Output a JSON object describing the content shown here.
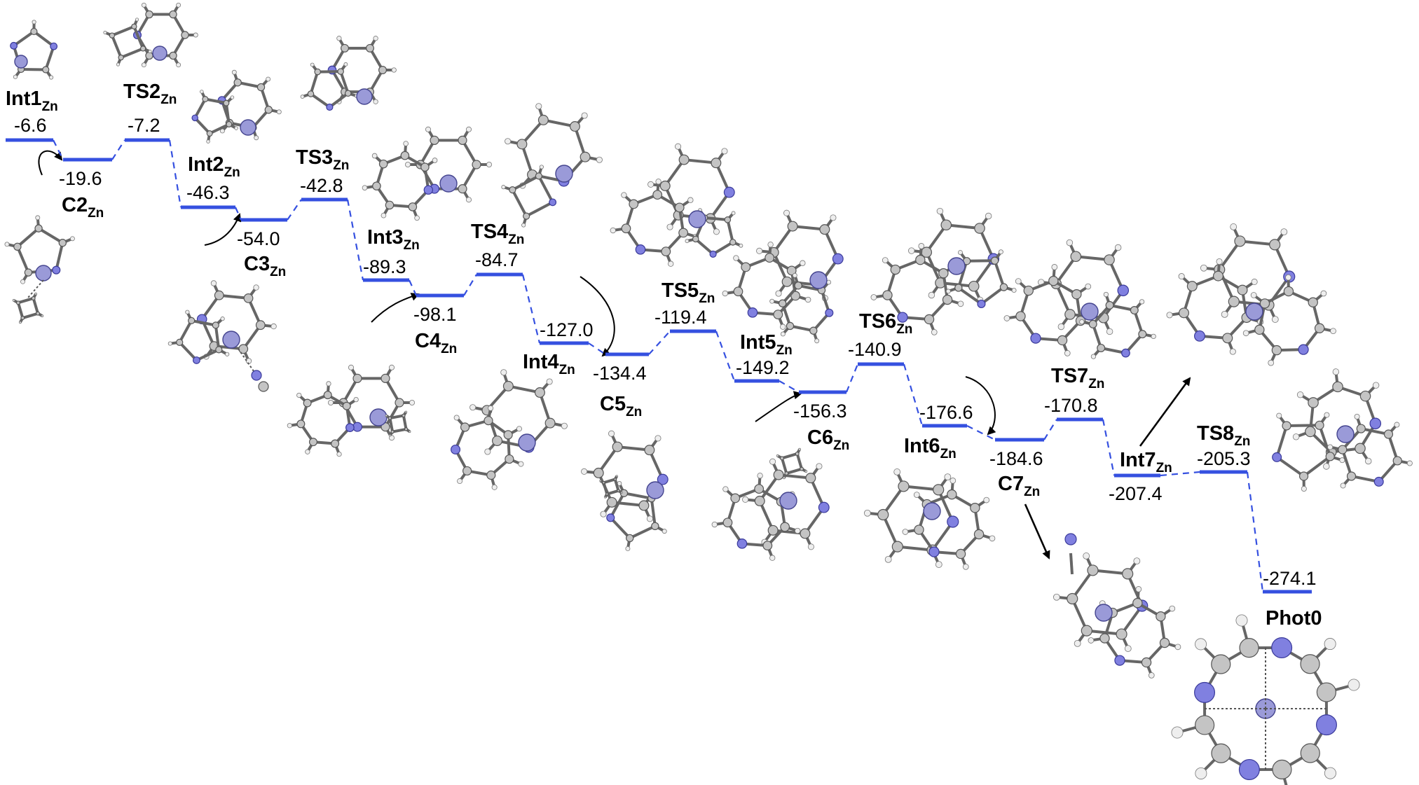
{
  "states": [
    {
      "id": "int1",
      "name": "Int1",
      "sub": "Zn",
      "value": "-6.6"
    },
    {
      "id": "c2",
      "name": "C2",
      "sub": "Zn",
      "value": "-19.6"
    },
    {
      "id": "ts2",
      "name": "TS2",
      "sub": "Zn",
      "value": "-7.2"
    },
    {
      "id": "int2",
      "name": "Int2",
      "sub": "Zn",
      "value": "-46.3"
    },
    {
      "id": "c3",
      "name": "C3",
      "sub": "Zn",
      "value": "-54.0"
    },
    {
      "id": "ts3",
      "name": "TS3",
      "sub": "Zn",
      "value": "-42.8"
    },
    {
      "id": "int3",
      "name": "Int3",
      "sub": "Zn",
      "value": "-89.3"
    },
    {
      "id": "c4",
      "name": "C4",
      "sub": "Zn",
      "value": "-98.1"
    },
    {
      "id": "ts4",
      "name": "TS4",
      "sub": "Zn",
      "value": "-84.7"
    },
    {
      "id": "int4",
      "name": "Int4",
      "sub": "Zn",
      "value": "-127.0"
    },
    {
      "id": "c5",
      "name": "C5",
      "sub": "Zn",
      "value": "-134.4"
    },
    {
      "id": "ts5",
      "name": "TS5",
      "sub": "Zn",
      "value": "-119.4"
    },
    {
      "id": "int5",
      "name": "Int5",
      "sub": "Zn",
      "value": "-149.2"
    },
    {
      "id": "c6",
      "name": "C6",
      "sub": "Zn",
      "value": "-156.3"
    },
    {
      "id": "ts6",
      "name": "TS6",
      "sub": "Zn",
      "value": "-140.9"
    },
    {
      "id": "int6",
      "name": "Int6",
      "sub": "Zn",
      "value": "-176.6"
    },
    {
      "id": "c7",
      "name": "C7",
      "sub": "Zn",
      "value": "-184.6"
    },
    {
      "id": "ts7",
      "name": "TS7",
      "sub": "Zn",
      "value": "-170.8"
    },
    {
      "id": "int7",
      "name": "Int7",
      "sub": "Zn",
      "value": "-207.4"
    },
    {
      "id": "ts8",
      "name": "TS8",
      "sub": "Zn",
      "value": "-205.3"
    },
    {
      "id": "phot0",
      "name": "Phot0",
      "sub": "",
      "value": "-274.1"
    }
  ],
  "colors": {
    "level": "#3550e0",
    "atom_zn": "#9a9ad8",
    "atom_n": "#8080e0",
    "atom_c": "#c4c4c4"
  }
}
